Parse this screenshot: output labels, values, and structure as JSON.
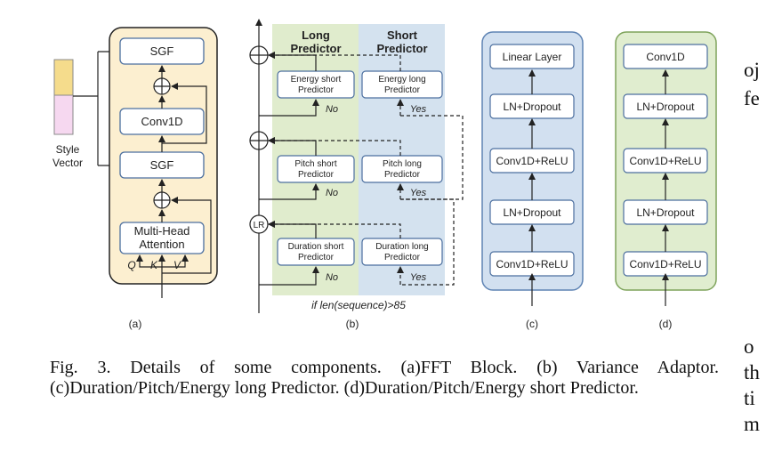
{
  "style_vector_label": [
    "Style",
    "Vector"
  ],
  "panel_a": {
    "label": "(a)",
    "sgf_top": "SGF",
    "conv1d": "Conv1D",
    "sgf_bottom": "SGF",
    "mha": [
      "Multi-Head",
      "Attention"
    ],
    "q": "Q",
    "k": "K",
    "v": "V"
  },
  "panel_b": {
    "label": "(b)",
    "long_header": [
      "Long",
      "Predictor"
    ],
    "short_header": [
      "Short",
      "Predictor"
    ],
    "energy_short": [
      "Energy short",
      "Predictor"
    ],
    "energy_long": [
      "Energy long",
      "Predictor"
    ],
    "pitch_short": [
      "Pitch short",
      "Predictor"
    ],
    "pitch_long": [
      "Pitch long",
      "Predictor"
    ],
    "duration_short": [
      "Duration short",
      "Predictor"
    ],
    "duration_long": [
      "Duration long",
      "Predictor"
    ],
    "no": "No",
    "yes": "Yes",
    "lr": "LR",
    "condition": "if len(sequence)>85"
  },
  "panel_c": {
    "label": "(c)",
    "layers": [
      "Linear Layer",
      "LN+Dropout",
      "Conv1D+ReLU",
      "LN+Dropout",
      "Conv1D+ReLU"
    ]
  },
  "panel_d": {
    "label": "(d)",
    "layers": [
      "Conv1D",
      "LN+Dropout",
      "Conv1D+ReLU",
      "LN+Dropout",
      "Conv1D+ReLU"
    ]
  },
  "caption": "Fig. 3.  Details of some components. (a)FFT Block. (b) Variance Adaptor. (c)Duration/Pitch/Energy long Predictor. (d)Duration/Pitch/Energy short Predictor.",
  "side_text": [
    "oj",
    "fe",
    "o",
    "th",
    "ti",
    "m"
  ],
  "colors": {
    "fft_fill": "#fcefd0",
    "long_fill": "#e0eccd",
    "short_fill": "#d4e2ef",
    "c_fill": "#d2e0f0",
    "c_stroke": "#5f84b4",
    "d_fill": "#e0edcf",
    "d_stroke": "#7fa45c",
    "box_stroke": "#4c6f9f"
  }
}
